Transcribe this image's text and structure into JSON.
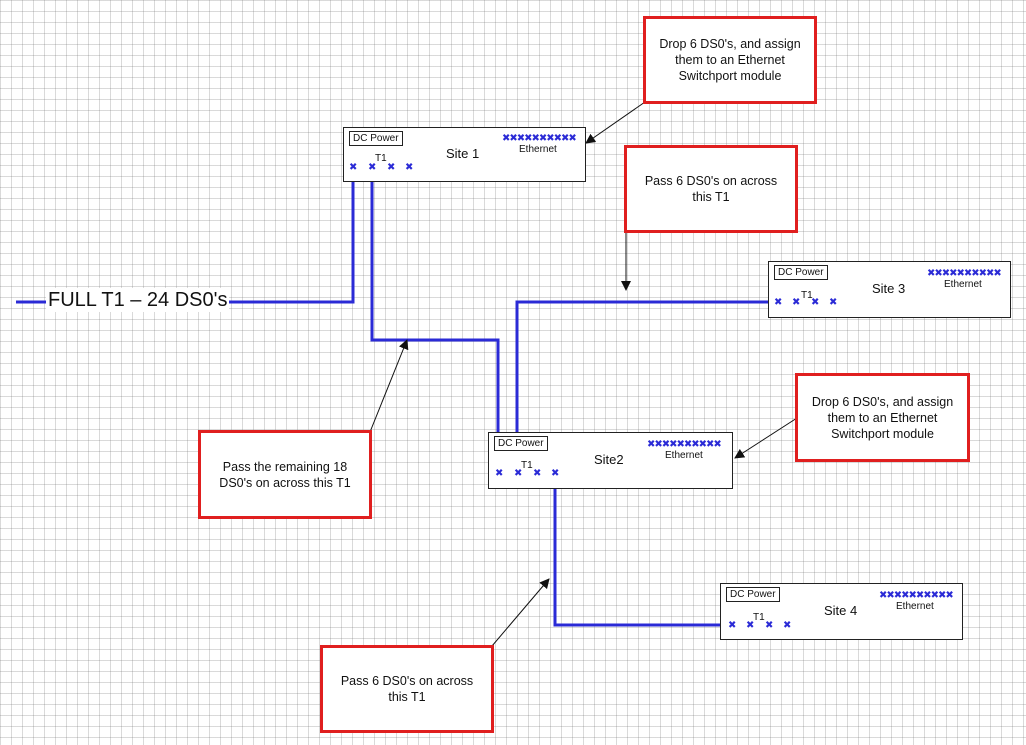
{
  "accent_color": "#2b2bd6",
  "callout_color": "#e01f1f",
  "title": "FULL T1 – 24 DS0's",
  "common": {
    "dc_power": "DC Power",
    "ethernet": "Ethernet",
    "t1": "T1",
    "eth_dots": "✖✖✖✖✖✖✖✖✖✖",
    "port_mark": "✖"
  },
  "sites": [
    {
      "name": "Site 1"
    },
    {
      "name": "Site2"
    },
    {
      "name": "Site 3"
    },
    {
      "name": "Site 4"
    }
  ],
  "notes": [
    {
      "text": "Drop 6 DS0's, and assign them to an Ethernet Switchport module"
    },
    {
      "text": "Pass 6 DS0's on across this T1"
    },
    {
      "text": "Drop 6 DS0's, and assign them to an Ethernet Switchport module"
    },
    {
      "text": "Pass the remaining 18 DS0's on across this T1"
    },
    {
      "text": "Pass 6 DS0's on across this T1"
    }
  ]
}
